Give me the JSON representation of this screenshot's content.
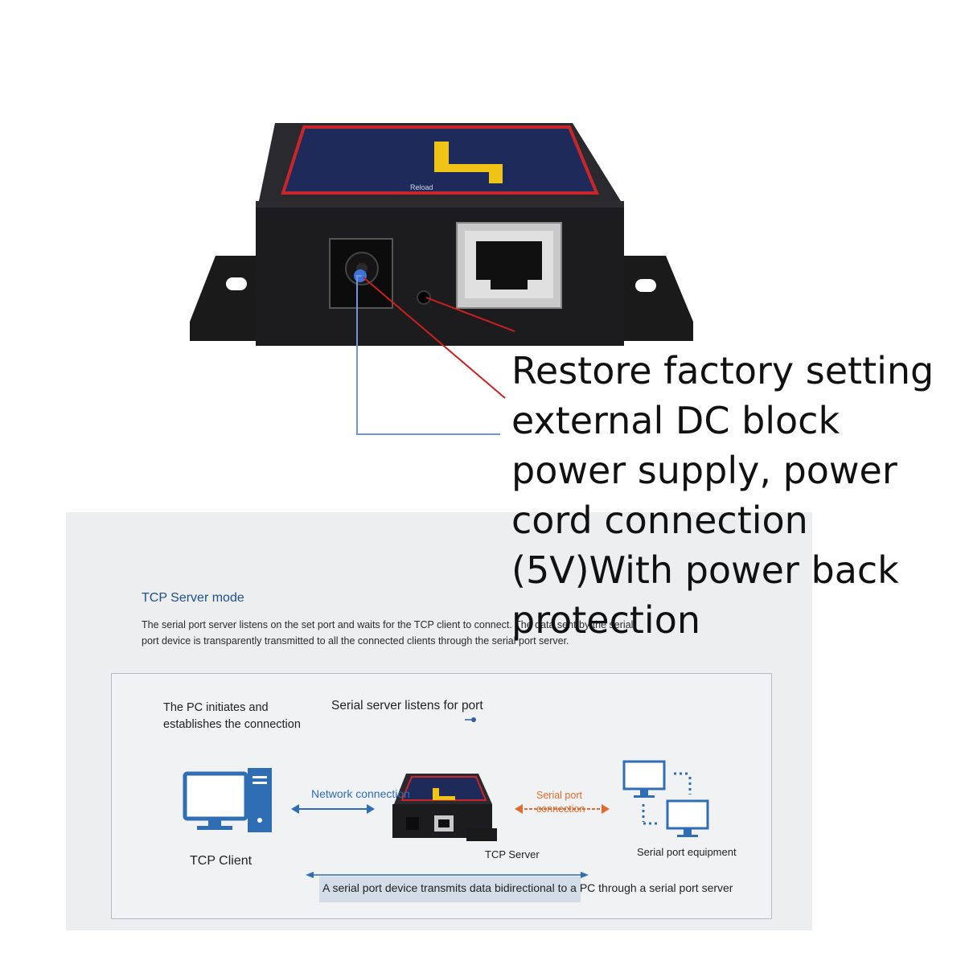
{
  "callout": {
    "lines": [
      "Restore factory setting",
      "external DC block",
      "power supply, power",
      "cord connection",
      "(5V)With power back",
      "protection"
    ]
  },
  "device_label": {
    "reload": "Reload"
  },
  "tcp_mode": {
    "title": "TCP Server mode",
    "description": "The serial port server listens on the set port and waits for the TCP client to connect. The data sent by the serial port device is transparently transmitted to all the connected clients through the serial port server."
  },
  "diagram": {
    "pc_initiates_line1": "The PC initiates and",
    "pc_initiates_line2": "establishes the connection",
    "serial_listens": "Serial server listens for port",
    "network_connection": "Network connection",
    "serial_port_line1": "Serial port",
    "serial_port_line2": "connection",
    "tcp_client": "TCP Client",
    "tcp_server": "TCP Server",
    "serial_equipment": "Serial port equipment",
    "bidirectional": "A serial port device transmits data bidirectional to a PC through a serial port server"
  },
  "colors": {
    "accent_blue": "#2f6db5",
    "accent_orange": "#e36a2e",
    "leader_red": "#cc1f1f",
    "leader_blue": "#6f96d8"
  }
}
